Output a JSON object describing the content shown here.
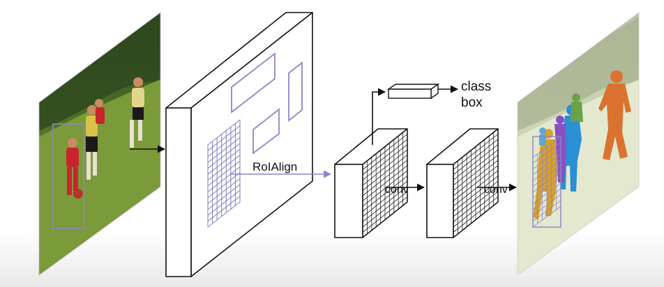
{
  "diagram": {
    "roi_align_label": "RoIAlign",
    "conv1_label": "conv",
    "conv2_label": "conv",
    "head_label_line1": "class",
    "head_label_line2": "box"
  },
  "colors": {
    "roi_box": "#8a86c8",
    "arrow_blue": "#8a86c8",
    "line": "#111111",
    "grass": "#7b9a3a",
    "trees": "#2f4a1e",
    "mask_orange": "#d9732f",
    "mask_blue": "#2b8fd3",
    "mask_purple": "#8a4fc2",
    "mask_yellow": "#d9a02a",
    "mask_green": "#6aa24a",
    "faded_overlay": "#f3f3f3"
  },
  "icons": {
    "input_image": "soccer-players-photo",
    "output_image": "segmentation-mask-photo"
  }
}
